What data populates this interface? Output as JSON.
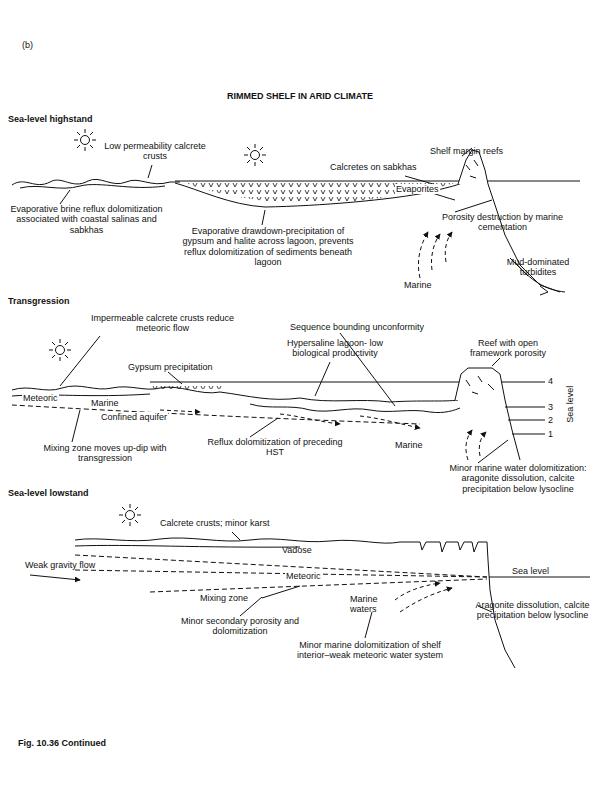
{
  "diagram": {
    "title": "RIMMED SHELF IN ARID CLIMATE",
    "caption": "Fig. 10.36 Continued",
    "labels": [
      "(b)",
      "Sea-level highstand",
      "Low permeability calcrete crusts",
      "Shelf margin reefs",
      "Calcretes on sabkhas",
      "Evaporites",
      "Evaporative brine reflux dolomitization associated with coastal salinas and sabkhas",
      "Porosity destruction by marine cementation",
      "Evaporative drawdown-precipitation of gypsum and halite across lagoon, prevents reflux dolomitization of sediments beneath lagoon",
      "Mud-dominated turbidites",
      "Marine",
      "Transgression",
      "Impermeable calcrete crusts reduce meteoric flow",
      "Sequence bounding unconformity",
      "Hypersaline lagoon- low biological productivity",
      "Reef with open framework porosity",
      "Gypsum precipitation",
      "Meteoric",
      "Marine",
      "Confined aquifer",
      "4",
      "3",
      "2",
      "1",
      "Sea level",
      "Mixing zone moves up-dip with transgression",
      "Reflux dolomitization of preceding HST",
      "Marine",
      "Minor marine water dolomitization: aragonite dissolution, calcite precipitation below lysocline",
      "Sea-level lowstand",
      "Calcrete crusts; minor karst",
      "Vadose",
      "Weak gravity flow",
      "Meteoric",
      "Sea level",
      "Mixing zone",
      "Marine waters",
      "Aragonite dissolution, calcite precipitation below lysocline",
      "Minor secondary porosity and dolomitization",
      "Minor marine dolomitization of shelf interior–weak meteoric water system"
    ]
  }
}
